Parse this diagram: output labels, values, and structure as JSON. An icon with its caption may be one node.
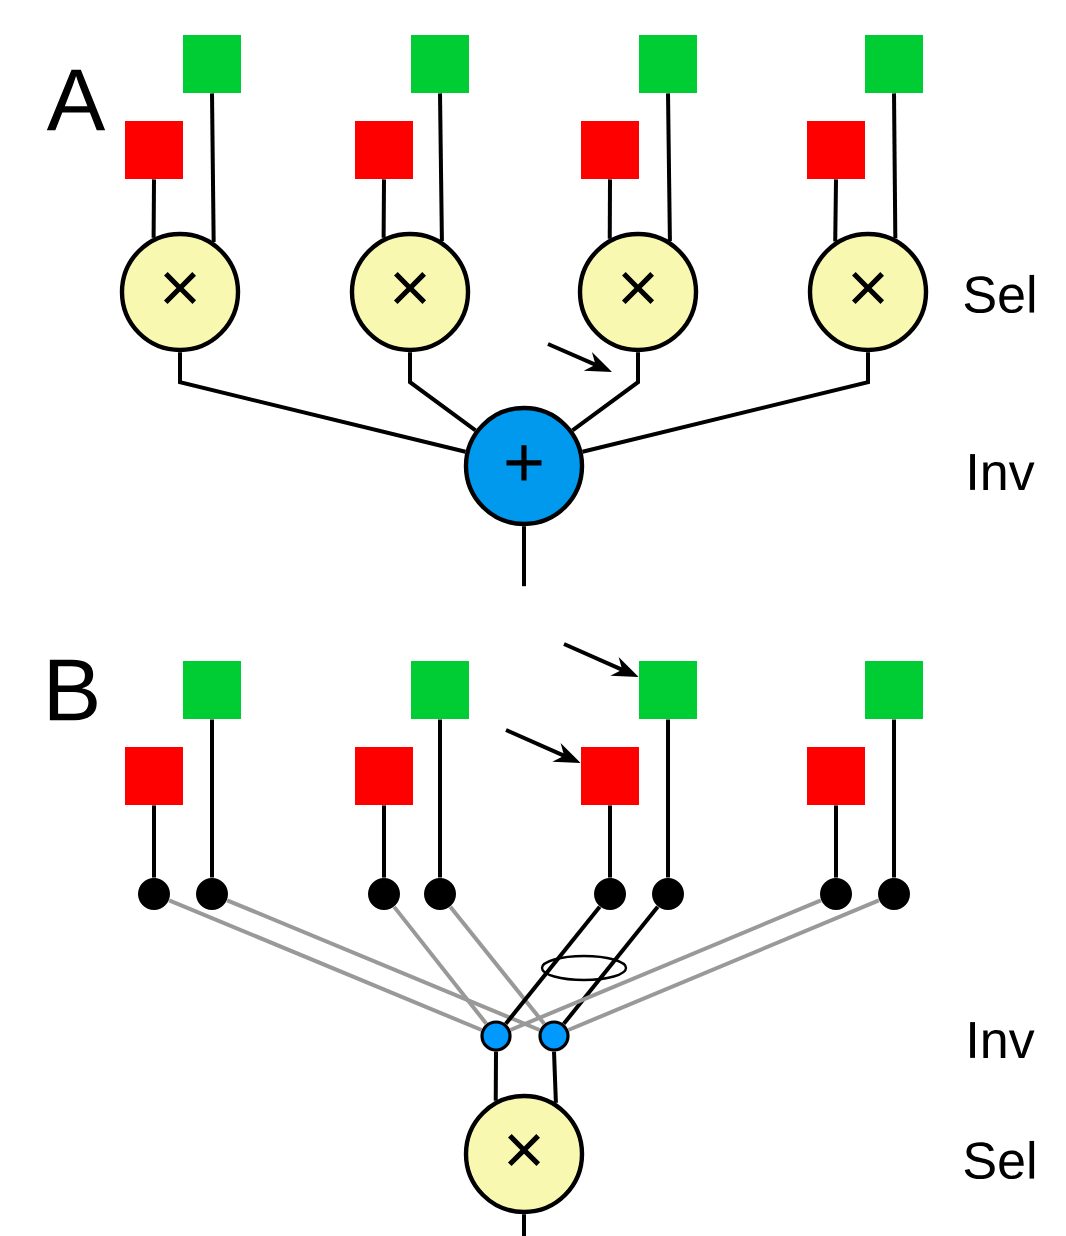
{
  "diagram": {
    "nodes": [
      {
        "text": [],
        "shape": "box"
      },
      {
        "text": [],
        "shape": "box"
      },
      {
        "text": [],
        "shape": "box"
      },
      {
        "text": [],
        "shape": "box"
      },
      {
        "text": [],
        "shape": "box"
      },
      {
        "text": [],
        "shape": "box"
      },
      {
        "text": [],
        "shape": "box"
      },
      {
        "text": [],
        "shape": "box"
      },
      {
        "text": [
          "×"
        ]
      },
      {
        "text": [
          "×"
        ]
      },
      {
        "text": [
          "×"
        ]
      },
      {
        "text": [
          "×"
        ]
      },
      {
        "text": [
          "+"
        ]
      },
      {
        "text": [],
        "shape": "box"
      },
      {
        "text": [],
        "shape": "box"
      },
      {
        "text": [],
        "shape": "box"
      },
      {
        "text": [],
        "shape": "box"
      },
      {
        "text": [],
        "shape": "box"
      },
      {
        "text": [],
        "shape": "box"
      },
      {
        "text": [],
        "shape": "box"
      },
      {
        "text": [],
        "shape": "box"
      },
      {
        "text": [],
        "shape": "circle"
      },
      {
        "text": [],
        "shape": "circle"
      },
      {
        "text": [],
        "shape": "circle"
      },
      {
        "text": [],
        "shape": "circle"
      },
      {
        "text": [],
        "shape": "circle"
      },
      {
        "text": [],
        "shape": "circle"
      },
      {
        "text": [],
        "shape": "circle"
      },
      {
        "text": [],
        "shape": "circle"
      },
      {
        "text": [],
        "shape": "circle"
      },
      {
        "text": [],
        "shape": "circle"
      },
      {
        "text": [
          "×"
        ]
      }
    ],
    "edges": [
      {
        "from": 4,
        "to": 8,
        "arrow": "none"
      },
      {
        "from": 0,
        "to": 8,
        "arrow": "none"
      },
      {
        "from": 5,
        "to": 9,
        "arrow": "none"
      },
      {
        "from": 1,
        "to": 9,
        "arrow": "none"
      },
      {
        "from": 6,
        "to": 10,
        "arrow": "none"
      },
      {
        "from": 2,
        "to": 10,
        "arrow": "none"
      },
      {
        "from": 7,
        "to": 11,
        "arrow": "none"
      },
      {
        "from": 3,
        "to": 11,
        "arrow": "none"
      },
      {
        "from": 8,
        "to": 12,
        "arrow": "none"
      },
      {
        "from": 9,
        "to": 12,
        "arrow": "none"
      },
      {
        "from": 10,
        "to": 12,
        "arrow": "none"
      },
      {
        "from": 11,
        "to": 12,
        "arrow": "none"
      },
      {
        "from": 12,
        "to": null,
        "arrow": "none"
      },
      {
        "from": 17,
        "to": 21,
        "arrow": "none"
      },
      {
        "from": 13,
        "to": 22,
        "arrow": "none"
      },
      {
        "from": 18,
        "to": 23,
        "arrow": "none"
      },
      {
        "from": 14,
        "to": 24,
        "arrow": "none"
      },
      {
        "from": 19,
        "to": 25,
        "arrow": "none"
      },
      {
        "from": 15,
        "to": 26,
        "arrow": "none"
      },
      {
        "from": 20,
        "to": 27,
        "arrow": "none"
      },
      {
        "from": 16,
        "to": 28,
        "arrow": "none"
      },
      {
        "from": 21,
        "to": 29,
        "arrow": "none",
        "color": "#999999"
      },
      {
        "from": 22,
        "to": 30,
        "arrow": "none",
        "color": "#999999"
      },
      {
        "from": 23,
        "to": 29,
        "arrow": "none",
        "color": "#999999"
      },
      {
        "from": 24,
        "to": 30,
        "arrow": "none",
        "color": "#999999"
      },
      {
        "from": 25,
        "to": 29,
        "arrow": "none"
      },
      {
        "from": 26,
        "to": 30,
        "arrow": "none"
      },
      {
        "from": 27,
        "to": 29,
        "arrow": "none",
        "color": "#999999"
      },
      {
        "from": 28,
        "to": 30,
        "arrow": "none",
        "color": "#999999"
      },
      {
        "from": 29,
        "to": 31,
        "arrow": "none"
      },
      {
        "from": 30,
        "to": 31,
        "arrow": "none"
      },
      {
        "from": 31,
        "to": null,
        "arrow": "none"
      },
      {
        "from": null,
        "to": 15,
        "arrow": "to"
      },
      {
        "from": null,
        "to": 19,
        "arrow": "to"
      }
    ],
    "labels": [
      "A",
      "Sel",
      "Inv",
      "B",
      "Inv",
      "Sel"
    ]
  }
}
